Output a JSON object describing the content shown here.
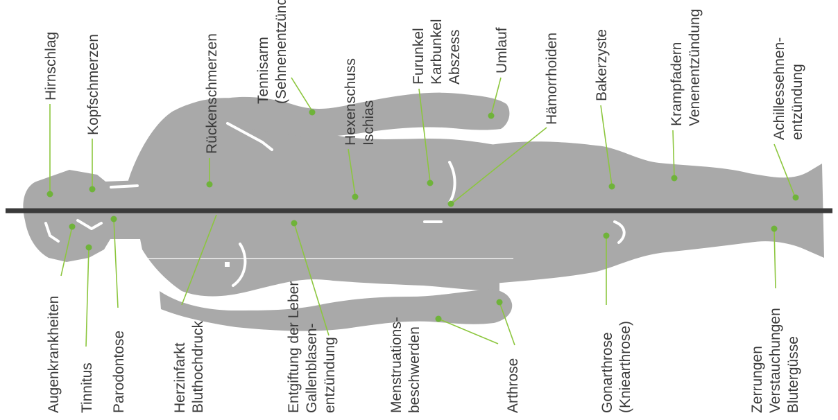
{
  "top_labels": [
    {
      "id": "hirnschlag",
      "lines": [
        "Hirnschlag"
      ]
    },
    {
      "id": "kopfschmerzen",
      "lines": [
        "Kopfschmerzen"
      ]
    },
    {
      "id": "rueckenschmerzen",
      "lines": [
        "Rückenschmerzen"
      ]
    },
    {
      "id": "tennisarm",
      "lines": [
        "Tennisarm",
        "(Sehnenentzündung)"
      ]
    },
    {
      "id": "hexenschuss",
      "lines": [
        "Hexenschuss",
        "Ischias"
      ]
    },
    {
      "id": "furunkel",
      "lines": [
        "Furunkel",
        "Karbunkel",
        "Abszess"
      ]
    },
    {
      "id": "umlauf",
      "lines": [
        "Umlauf"
      ]
    },
    {
      "id": "haemorrhoiden",
      "lines": [
        "Hämorrhoiden"
      ]
    },
    {
      "id": "bakerzyste",
      "lines": [
        "Bakerzyste"
      ]
    },
    {
      "id": "krampfadern",
      "lines": [
        "Krampfadern",
        "Venenentzündung"
      ]
    },
    {
      "id": "achillessehne",
      "lines": [
        "Achillessehnen-",
        "entzündung"
      ]
    }
  ],
  "bottom_labels": [
    {
      "id": "augenkrankheiten",
      "lines": [
        "Augenkrankheiten"
      ]
    },
    {
      "id": "tinnitus",
      "lines": [
        "Tinnitus"
      ]
    },
    {
      "id": "parodontose",
      "lines": [
        "Parodontose"
      ]
    },
    {
      "id": "herzinfarkt",
      "lines": [
        "Herzinfarkt",
        "Bluthochdruck"
      ]
    },
    {
      "id": "entgiftung",
      "lines": [
        "Entgiftung der Leber",
        "Gallenblasen-",
        "entzündung"
      ]
    },
    {
      "id": "menstruation",
      "lines": [
        "Menstruations-",
        "beschwerden"
      ]
    },
    {
      "id": "arthrose",
      "lines": [
        "Arthrose"
      ]
    },
    {
      "id": "gonarthrose",
      "lines": [
        "Gonarthrose",
        "(Kniearthrose)"
      ]
    },
    {
      "id": "zerrungen",
      "lines": [
        "Zerrungen",
        "Verstauchungen",
        "Blutergüsse"
      ]
    }
  ],
  "colors": {
    "body": "#a9a9a9",
    "leader": "#8cc63e",
    "dot": "#6fb33a",
    "divider": "#3a3a3a",
    "text": "#3a3a3a"
  }
}
